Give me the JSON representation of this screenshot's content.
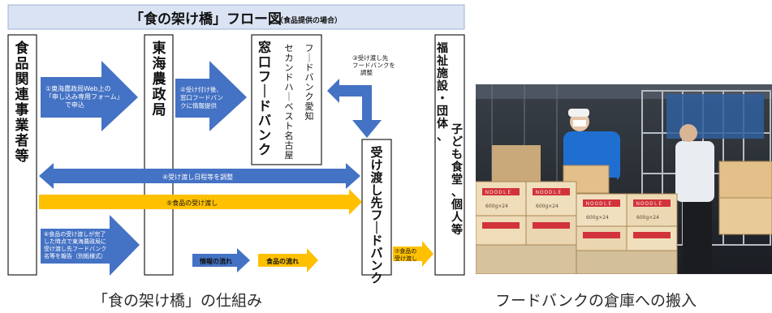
{
  "diagram": {
    "title": "「食の架け橋」フロー図",
    "title_note": "（食品提供の場合）",
    "boxes": {
      "food_business": "食品関連事業者等",
      "tokai": "東海農政局",
      "madoguchi_line1": "窓口フードバンク",
      "madoguchi_line2": "セカンドハーベスト名古屋",
      "madoguchi_line3": "フードバンク愛知",
      "receiver": "受け渡し先フードバンク",
      "welfare_line1": "福祉施設・団体、",
      "welfare_line2": "子ども食堂、個人等"
    },
    "steps": {
      "s1_line1": "①東海農政局Web上の",
      "s1_line2": "「申し込み専用フォーム」",
      "s1_line3": "で申込",
      "s2_line1": "②受け付け後、",
      "s2_line2": "窓口フードバン",
      "s2_line3": "クに情報提供",
      "s3_line1": "③受け渡し先",
      "s3_line2": "フードバンクを",
      "s3_line3": "調整",
      "s4": "④受け渡し日程等を調整",
      "s5": "⑤食品の受け渡し",
      "s6_line1": "⑥食品の受け渡しが完了",
      "s6_line2": "した時点で東海農政局に",
      "s6_line3": "受け渡し先フードバンク",
      "s6_line4": "名等を報告（別紙様式）",
      "s7_line1": "⑦食品の",
      "s7_line2": "受け渡し"
    },
    "legend": {
      "info": "情報の流れ",
      "food": "食品の流れ"
    },
    "colors": {
      "info_arrow": "#4472c4",
      "food_arrow": "#ffc000",
      "title_bg": "#dae3f3",
      "border": "#1f1f1f"
    }
  },
  "photo": {
    "box_label": "ＮＯＯＤＬＥ",
    "box_count": "600g×24"
  },
  "captions": {
    "left": "「食の架け橋」の仕組み",
    "right": "フードバンクの倉庫への搬入"
  }
}
